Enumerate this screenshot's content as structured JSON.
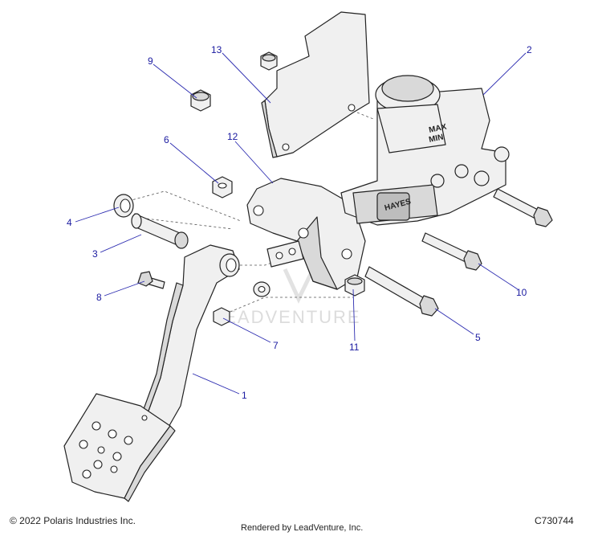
{
  "callouts": {
    "c1": "1",
    "c2": "2",
    "c3": "3",
    "c4": "4",
    "c5": "5",
    "c6": "6",
    "c7": "7",
    "c8": "8",
    "c9": "9",
    "c10": "10",
    "c11": "11",
    "c12": "12",
    "c13": "13"
  },
  "reservoir": {
    "level_max": "MAX",
    "level_min": "MIN",
    "cylinder_brand": "HAYES"
  },
  "watermark": "LEADVENTURE",
  "footer": {
    "copyright": "© 2022 Polaris Industries Inc.",
    "rendered_by": "Rendered by LeadVenture, Inc.",
    "diagram_code": "C730744"
  },
  "colors": {
    "callout_text": "#1a1aa0",
    "leader_line": "#2b2bb0",
    "part_outline": "#222222"
  }
}
